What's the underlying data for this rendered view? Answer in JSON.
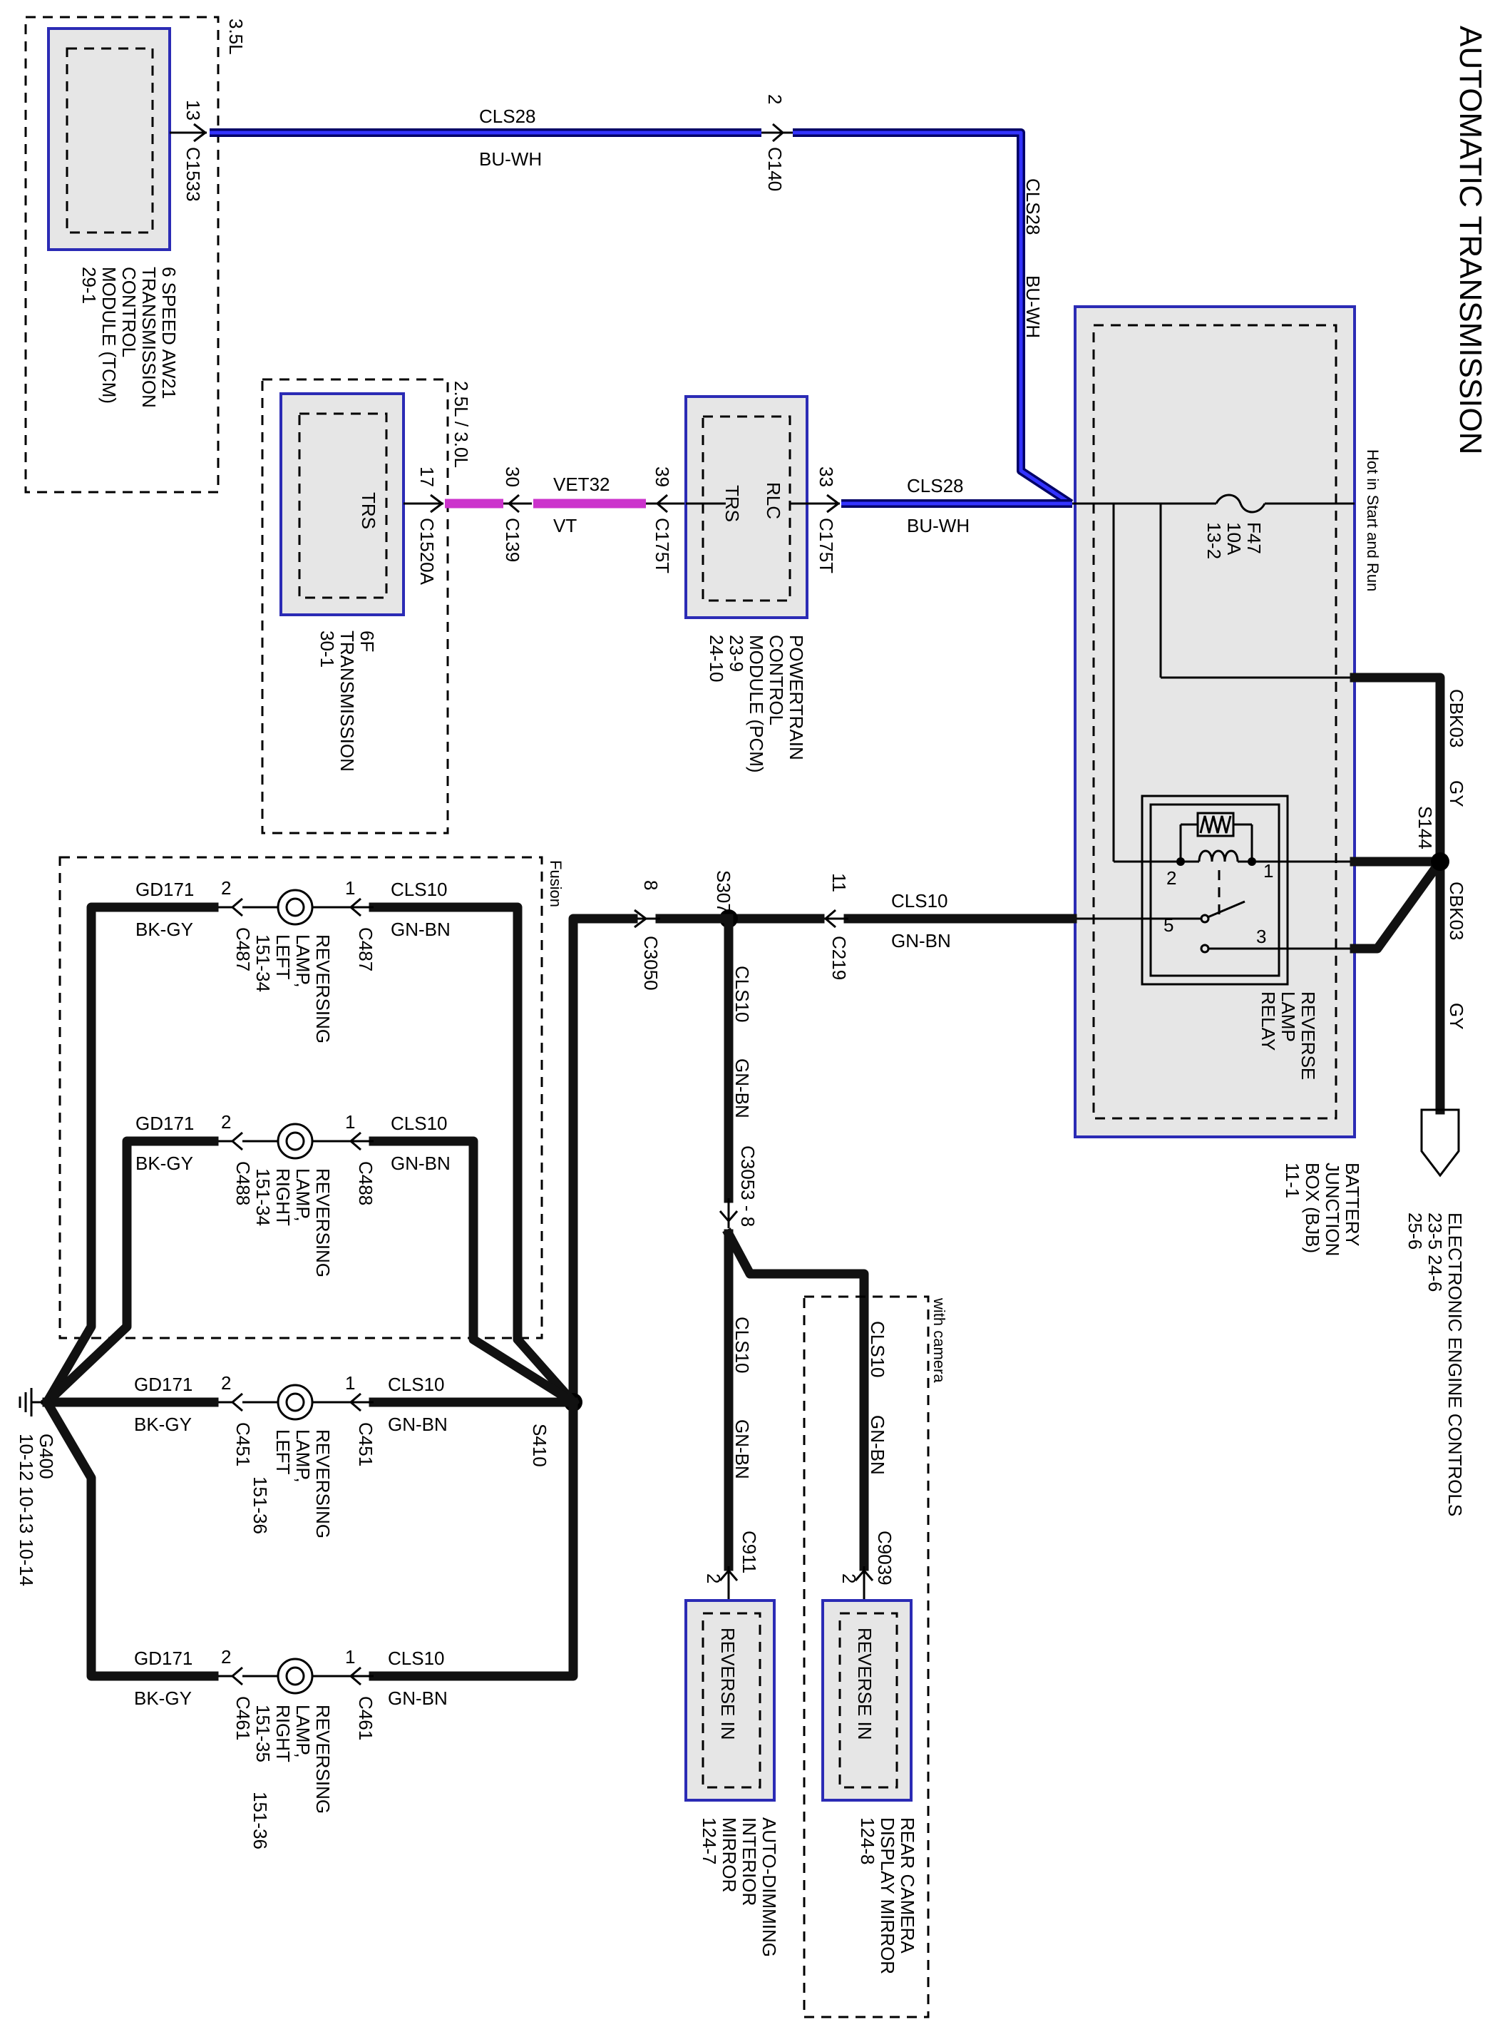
{
  "title": "AUTOMATIC TRANSMISSION",
  "modules": {
    "tcm": {
      "engine": "3.5L",
      "lines": [
        "6 SPEED AW21",
        "TRANSMISSION",
        "CONTROL",
        "MODULE (TCM)",
        "29-1"
      ]
    },
    "trans6f": {
      "engine": "2.5L / 3.0L",
      "pin_name": "TRS",
      "lines": [
        "6F",
        "TRANSMISSION",
        "30-1"
      ]
    },
    "pcm": {
      "pin_names": [
        "RLC",
        "TRS"
      ],
      "lines": [
        "POWERTRAIN",
        "CONTROL",
        "MODULE (PCM)",
        "23-9",
        "24-10"
      ]
    },
    "bjb": {
      "lines": [
        "BATTERY",
        "JUNCTION",
        "BOX (BJB)",
        "11-1"
      ],
      "hot_label": "Hot in Start and Run",
      "fuse": [
        "F47",
        "10A",
        "13-2"
      ],
      "relay": [
        "REVERSE",
        "LAMP",
        "RELAY"
      ],
      "relay_pins": [
        "1",
        "2",
        "3",
        "5"
      ]
    },
    "eec": {
      "lines": [
        "ELECTRONIC ENGINE CONTROLS",
        "23-5    24-6",
        "25-6"
      ]
    },
    "mirror_auto": {
      "pin_name": "REVERSE IN",
      "lines": [
        "AUTO-DIMMING",
        "INTERIOR",
        "MIRROR",
        "124-7"
      ]
    },
    "mirror_cam": {
      "pin_name": "REVERSE IN",
      "lines": [
        "REAR CAMERA",
        "DISPLAY MIRROR",
        "124-8"
      ],
      "option": "with camera"
    }
  },
  "wires": {
    "cls28": {
      "circuit": "CLS28",
      "color": "BU-WH"
    },
    "vet32": {
      "circuit": "VET32",
      "color": "VT"
    },
    "cls10": {
      "circuit": "CLS10",
      "color": "GN-BN"
    },
    "cbk03": {
      "circuit": "CBK03",
      "color": "GY"
    },
    "gd171": {
      "circuit": "GD171",
      "color": "BK-GY"
    }
  },
  "connectors": {
    "c1533": {
      "pin": "13",
      "name": "C1533"
    },
    "c140": {
      "pin": "2",
      "name": "C140"
    },
    "c175t_a": {
      "pin": "33",
      "name": "C175T"
    },
    "c175t_b": {
      "pin": "39",
      "name": "C175T"
    },
    "c139": {
      "pin": "30",
      "name": "C139"
    },
    "c1520a": {
      "pin": "17",
      "name": "C1520A"
    },
    "c219": {
      "pin": "11",
      "name": "C219"
    },
    "c3050": {
      "pin": "8",
      "name": "C3050"
    },
    "c3053": {
      "name": "C3053 - 8"
    },
    "c911": {
      "pin": "2",
      "name": "C911"
    },
    "c9039": {
      "pin": "2",
      "name": "C9039"
    }
  },
  "splices": {
    "s144": "S144",
    "s307": "S307",
    "s410": "S410"
  },
  "fusion_label": "Fusion",
  "ground": {
    "name": "G400",
    "refs": "10-12   10-13   10-14"
  },
  "lamps": [
    {
      "lines": [
        "REVERSING",
        "LAMP,",
        "LEFT",
        "151-34"
      ],
      "conn": "C487",
      "pin_in": "1",
      "pin_out": "2"
    },
    {
      "lines": [
        "REVERSING",
        "LAMP,",
        "RIGHT",
        "151-34"
      ],
      "conn": "C488",
      "pin_in": "1",
      "pin_out": "2"
    },
    {
      "lines": [
        "REVERSING",
        "LAMP,",
        "LEFT"
      ],
      "ref": "151-36",
      "conn": "C451",
      "pin_in": "1",
      "pin_out": "2"
    },
    {
      "lines": [
        "REVERSING",
        "LAMP,",
        "RIGHT",
        "151-35"
      ],
      "ref": "151-36",
      "conn": "C461",
      "pin_in": "1",
      "pin_out": "2"
    }
  ]
}
